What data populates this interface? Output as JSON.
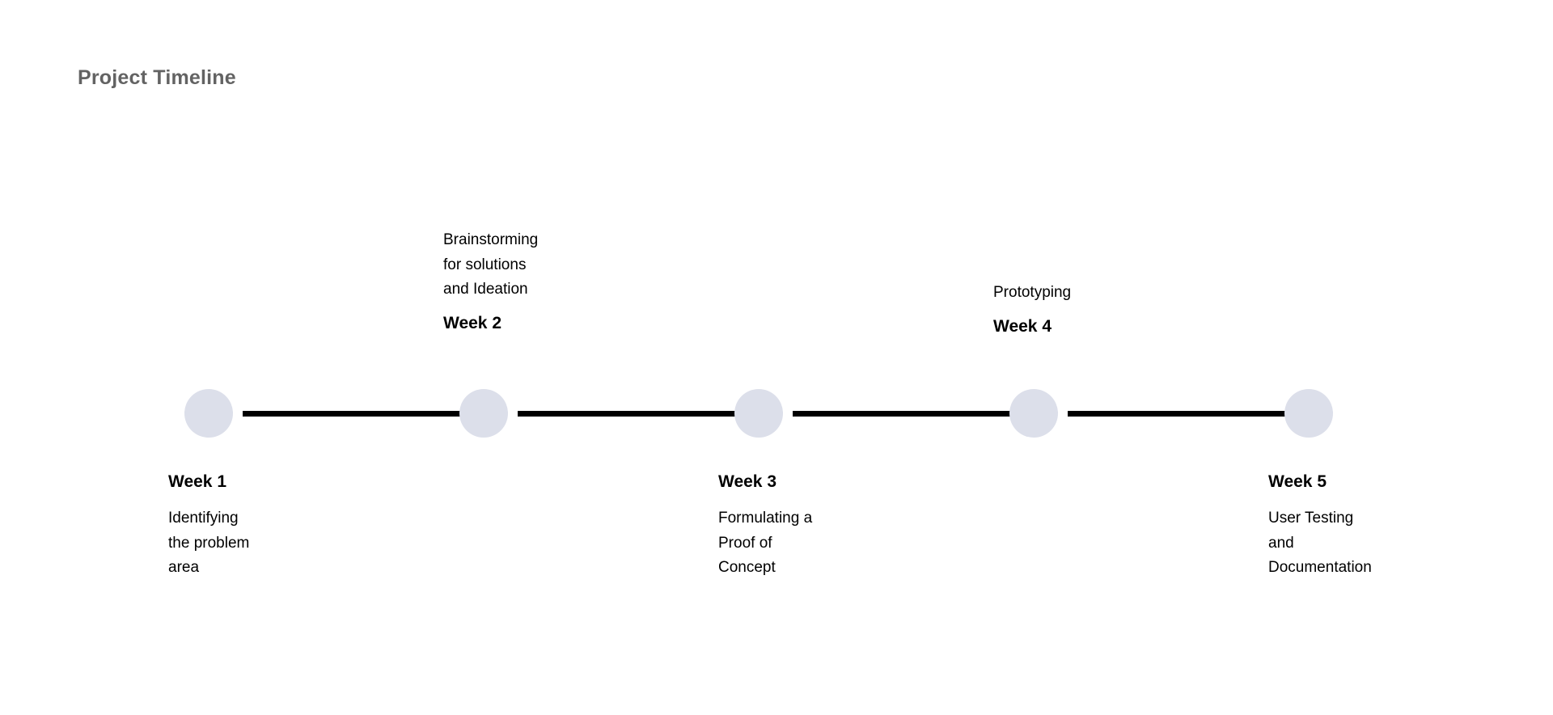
{
  "title": "Project Timeline",
  "colors": {
    "title": "#636363",
    "node": "#dcdfea",
    "connector": "#000000",
    "text": "#000000",
    "background": "#ffffff"
  },
  "chart_data": {
    "type": "timeline",
    "title": "Project Timeline",
    "orientation": "horizontal",
    "node_count": 5,
    "milestones": [
      {
        "label": "Week 1",
        "description": "Identifying\nthe problem\narea",
        "description_lines": [
          "Identifying",
          "the problem",
          "area"
        ],
        "position": "below",
        "index": 1
      },
      {
        "label": "Week 2",
        "description": "Brainstorming\nfor solutions\nand Ideation",
        "description_lines": [
          "Brainstorming",
          "for solutions",
          "and Ideation"
        ],
        "position": "above",
        "index": 2
      },
      {
        "label": "Week 3",
        "description": "Formulating a\nProof of\nConcept",
        "description_lines": [
          "Formulating a",
          "Proof of",
          "Concept"
        ],
        "position": "below",
        "index": 3
      },
      {
        "label": "Week 4",
        "description": "Prototyping",
        "description_lines": [
          "Prototyping"
        ],
        "position": "above",
        "index": 4
      },
      {
        "label": "Week 5",
        "description": "User Testing\nand\nDocumentation",
        "description_lines": [
          "User Testing",
          "and",
          "Documentation"
        ],
        "position": "below",
        "index": 5
      }
    ]
  }
}
